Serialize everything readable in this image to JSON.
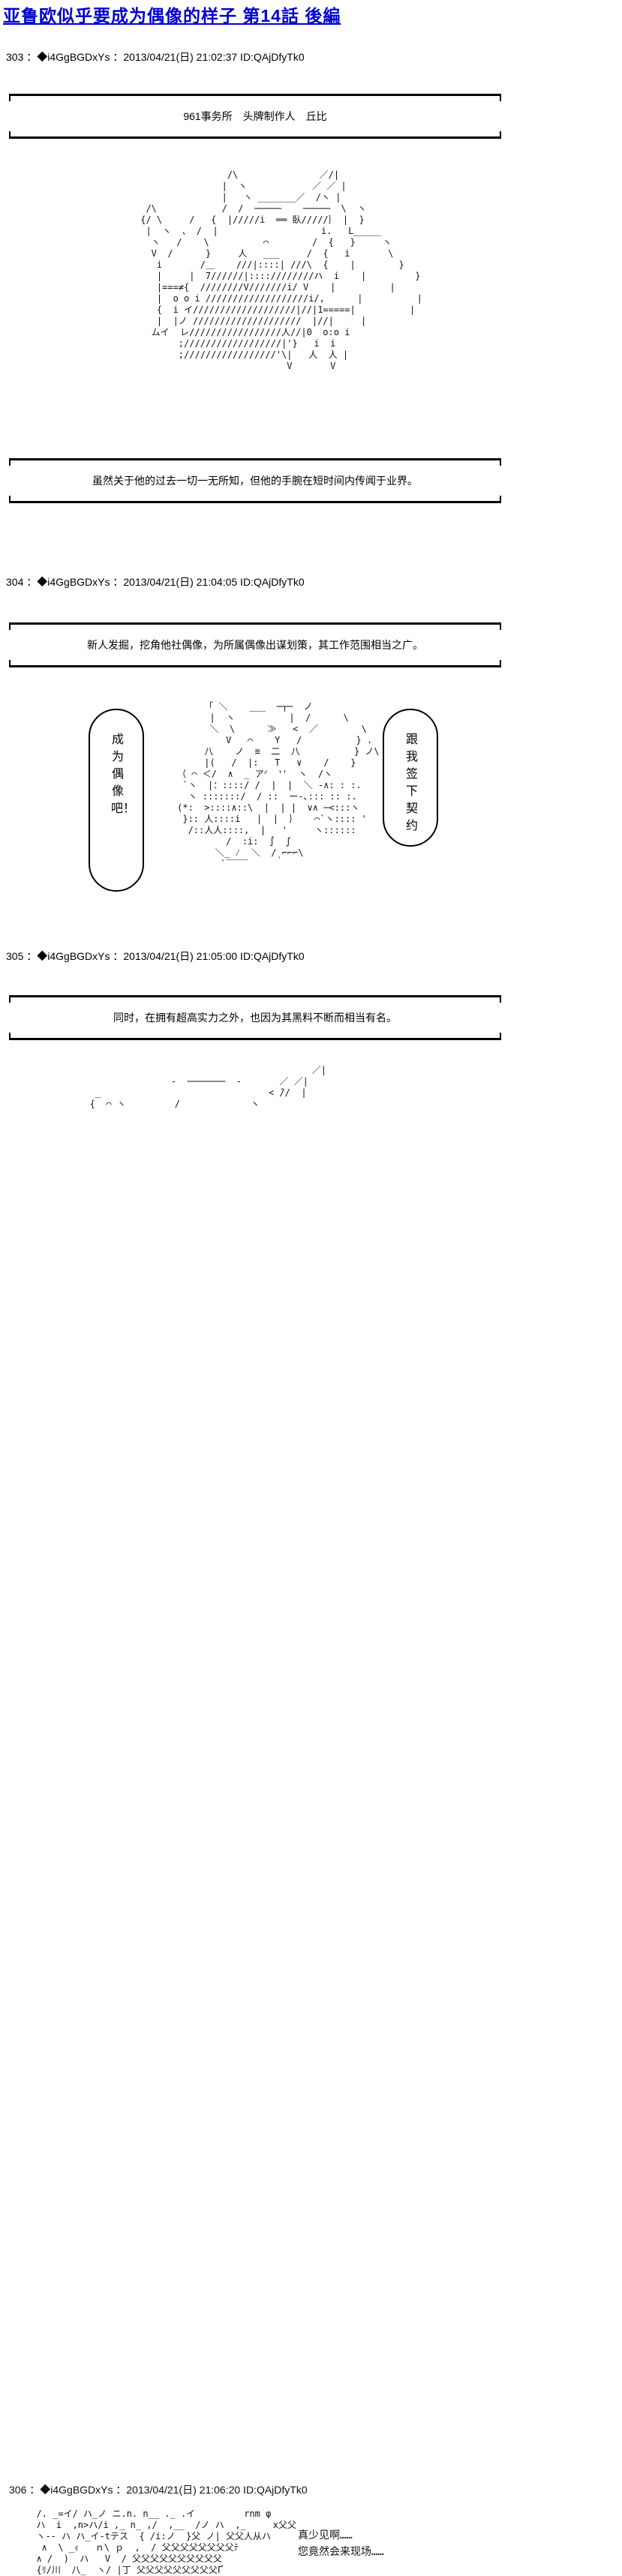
{
  "page": {
    "title": "亚鲁欧似乎要成为偶像的样子 第14話 後編"
  },
  "posts": [
    {
      "header": "303 ：◆i4GgBGDxYs ：2013/04/21(日) 21:02:37 ID:QAjDfyTk0",
      "caption_top": "961事务所　头牌制作人　丘比",
      "caption_bottom": "虽然关于他的过去一切一无所知，但他的手腕在短时间内传闻于业界。"
    },
    {
      "header": "304 ：◆i4GgBGDxYs ：2013/04/21(日) 21:04:05 ID:QAjDfyTk0",
      "caption_top": "新人发掘，挖角他社偶像，为所属偶像出谋划策，其工作范围相当之广。",
      "bubble_left": "成为偶像吧！",
      "bubble_right": "跟我签下契约"
    },
    {
      "header": "305 ：◆i4GgBGDxYs ：2013/04/21(日) 21:05:00 ID:QAjDfyTk0",
      "caption_top": "同时，在拥有超高实力之外，也因为其黑料不断而相当有名。"
    },
    {
      "header": "306 ：◆i4GgBGDxYs ：2013/04/21(日) 21:06:20 ID:QAjDfyTk0",
      "dialog_1": "真少见啊……",
      "dialog_2": "您竟然会来现场……"
    }
  ]
}
